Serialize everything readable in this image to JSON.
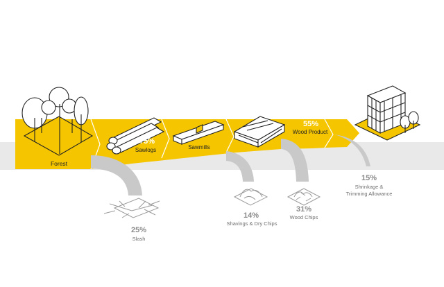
{
  "colors": {
    "band": "#f5c600",
    "shadow": "#e9e9e9",
    "waste_arc": "#c9c9c9",
    "line": "#222222",
    "waste_icon": "#9a9a9a"
  },
  "stages": {
    "forest": {
      "label": "Forest",
      "icon": "forest-icon"
    },
    "sawlogs": {
      "percent": "75%",
      "label": "Sawlogs",
      "icon": "logs-icon"
    },
    "sawmills": {
      "label": "Sawmills",
      "icon": "saw-icon"
    },
    "wood_product": {
      "percent": "55%",
      "label": "Wood Product",
      "icon": "lumber-stack-icon"
    },
    "building": {
      "icon": "building-icon"
    }
  },
  "losses": {
    "slash": {
      "percent": "25%",
      "label": "Slash",
      "icon": "branches-icon"
    },
    "shavings": {
      "percent": "14%",
      "label": "Shavings & Dry Chips",
      "icon": "shavings-icon"
    },
    "wood_chips": {
      "percent": "31%",
      "label": "Wood Chips",
      "icon": "wood-chips-icon"
    },
    "shrinkage": {
      "percent": "15%",
      "label_line1": "Shrinkage &",
      "label_line2": "Trimming Allowance"
    }
  }
}
